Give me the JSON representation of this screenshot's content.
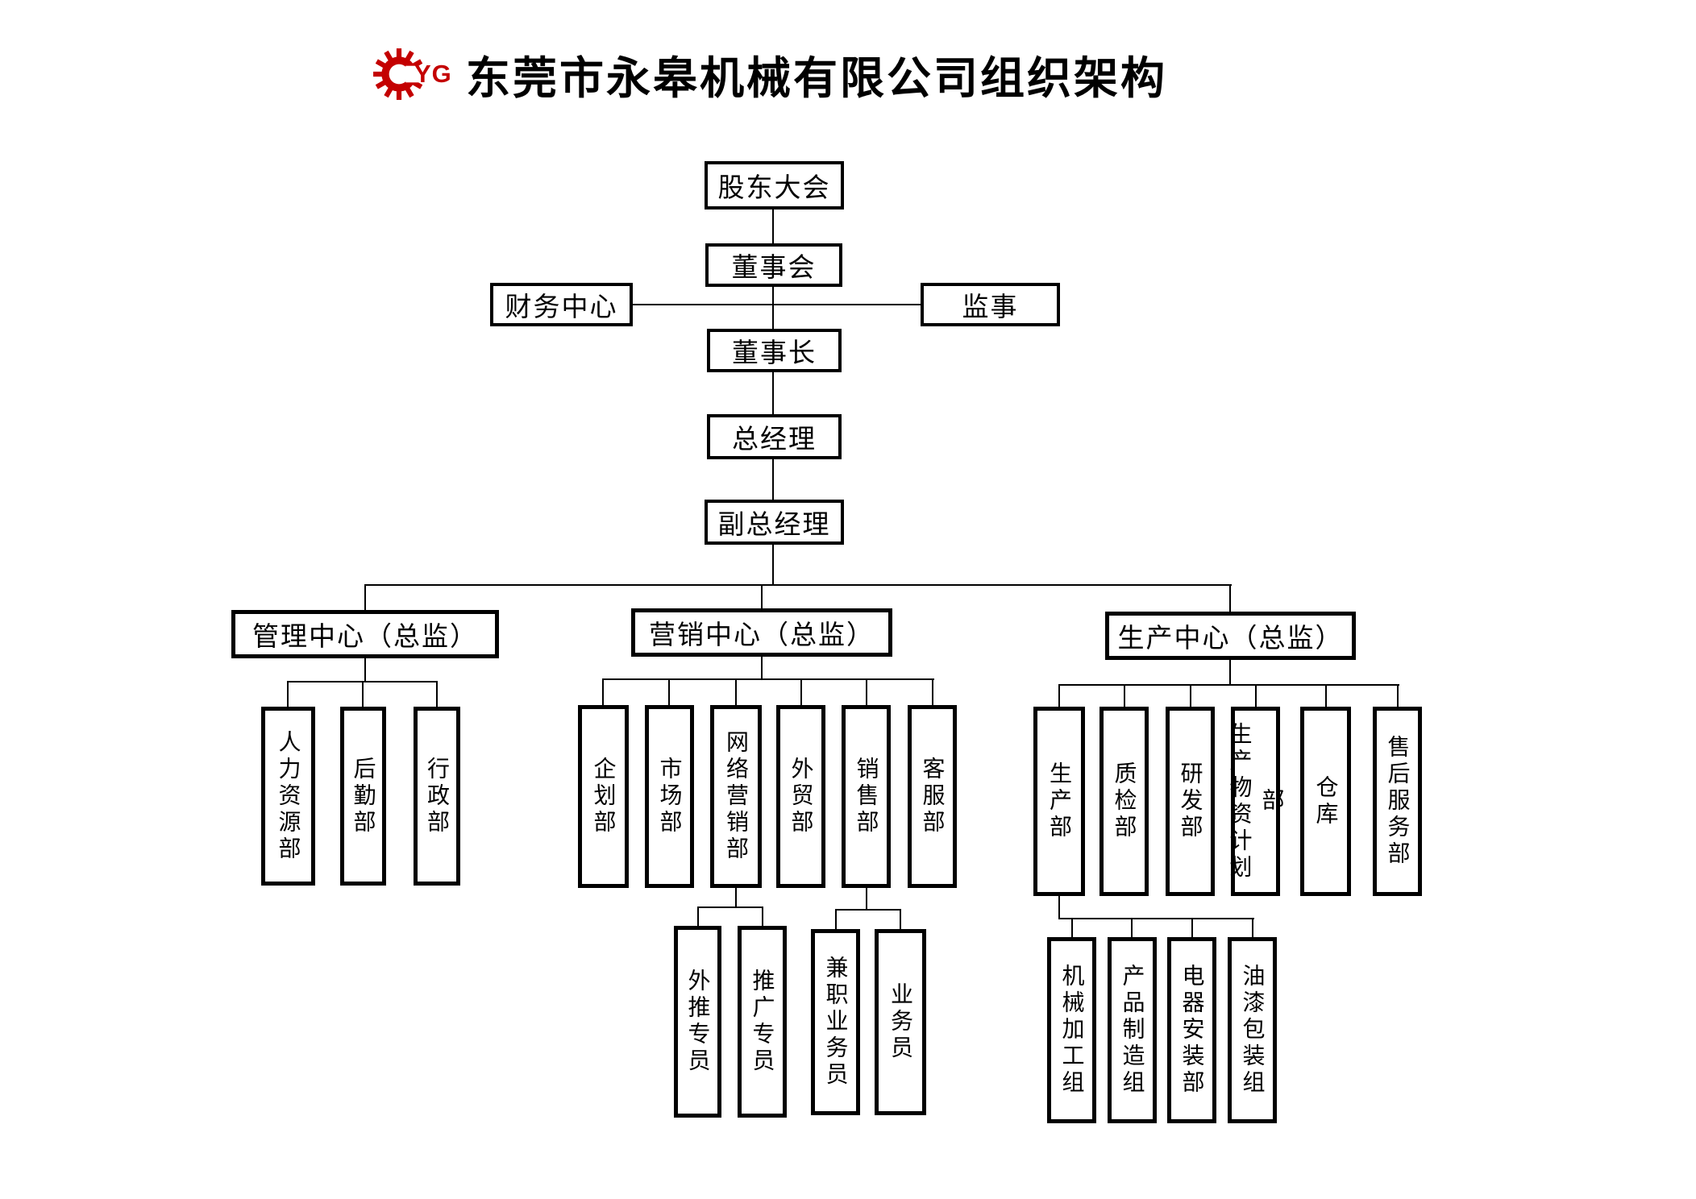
{
  "title": "东莞市永皋机械有限公司组织架构",
  "logo": {
    "text": "YG",
    "color": "#c40000",
    "icon": "gear-icon"
  },
  "nodes": {
    "shareholders": "股东大会",
    "board": "董事会",
    "finance": "财务中心",
    "supervisor": "监事",
    "chairman": "董事长",
    "gm": "总经理",
    "deputy_gm": "副总经理",
    "mgmt_center": "管理中心（总监）",
    "marketing_center": "营销中心（总监）",
    "production_center": "生产中心（总监）",
    "hr": "人力资源部",
    "logistics": "后勤部",
    "admin": "行政部",
    "planning": "企划部",
    "market": "市场部",
    "network_marketing": "网络营销部",
    "foreign_trade": "外贸部",
    "sales": "销售部",
    "customer_service": "客服部",
    "production": "生产部",
    "qc": "质检部",
    "rd": "研发部",
    "materials_planning": "生产物资计划部",
    "warehouse": "仓库",
    "after_sales": "售后服务部",
    "outreach_specialist": "外推专员",
    "promotion_specialist": "推广专员",
    "parttime_salesman": "兼职业务员",
    "salesman": "业务员",
    "machining_group": "机械加工组",
    "product_mfg_group": "产品制造组",
    "electrical_install": "电器安装部",
    "paint_packing_group": "油漆包装组"
  },
  "structure": {
    "root": "shareholders",
    "children": {
      "shareholders": [
        "board"
      ],
      "board": [
        "chairman"
      ],
      "chairman": [
        "gm"
      ],
      "gm": [
        "deputy_gm"
      ],
      "deputy_gm": [
        "mgmt_center",
        "marketing_center",
        "production_center"
      ],
      "mgmt_center": [
        "hr",
        "logistics",
        "admin"
      ],
      "marketing_center": [
        "planning",
        "market",
        "network_marketing",
        "foreign_trade",
        "sales",
        "customer_service"
      ],
      "production_center": [
        "production",
        "qc",
        "rd",
        "materials_planning",
        "warehouse",
        "after_sales"
      ],
      "network_marketing": [
        "outreach_specialist",
        "promotion_specialist"
      ],
      "sales": [
        "parttime_salesman",
        "salesman"
      ],
      "production": [
        "machining_group",
        "product_mfg_group",
        "electrical_install",
        "paint_packing_group"
      ]
    },
    "side_nodes_on_board_chairman_link": [
      "finance",
      "supervisor"
    ]
  }
}
